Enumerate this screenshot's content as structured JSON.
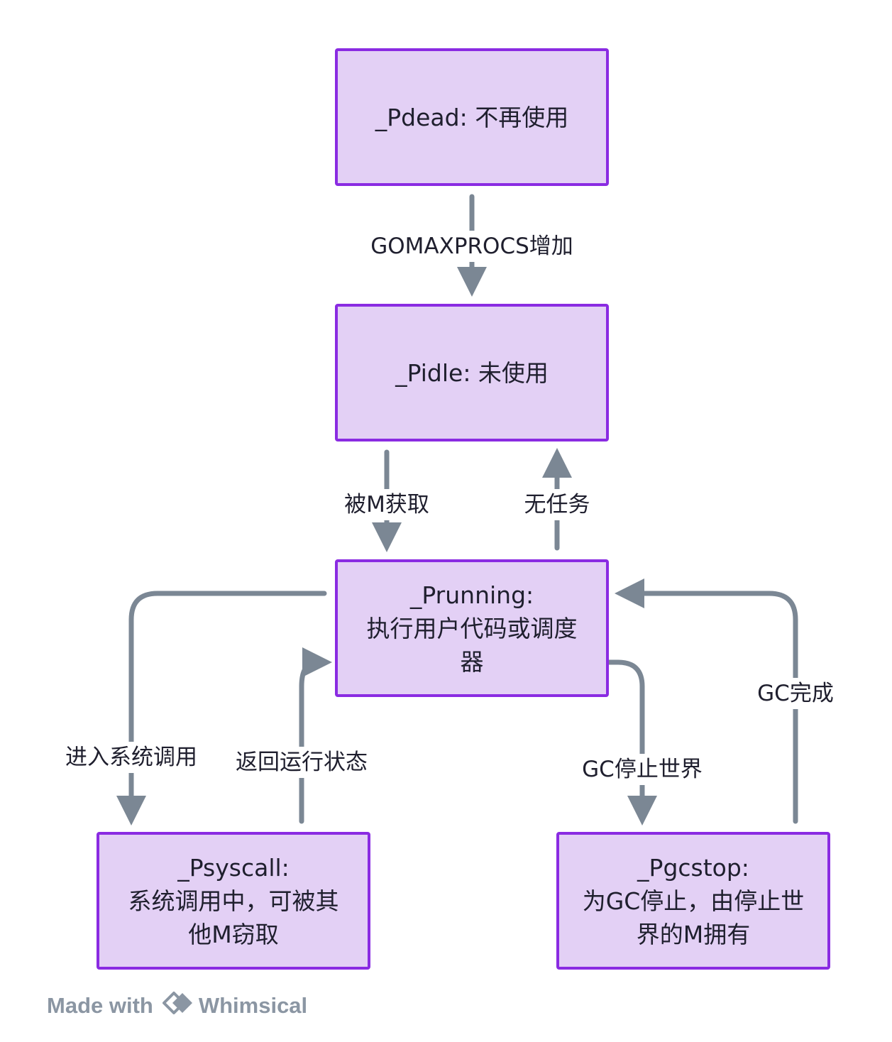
{
  "nodes": {
    "pdead": {
      "lines": [
        "_Pdead: 不再使用"
      ]
    },
    "pidle": {
      "lines": [
        "_Pidle: 未使用"
      ]
    },
    "prunning": {
      "lines": [
        "_Prunning:",
        "执行用户代码或调度",
        "器"
      ]
    },
    "psyscall": {
      "lines": [
        "_Psyscall:",
        "系统调用中，可被其",
        "他M窃取"
      ]
    },
    "pgcstop": {
      "lines": [
        "_Pgcstop:",
        "为GC停止，由停止世",
        "界的M拥有"
      ]
    }
  },
  "edges": {
    "gomaxprocs": "GOMAXPROCS增加",
    "acquired_by_m": "被M获取",
    "no_task": "无任务",
    "enter_syscall": "进入系统调用",
    "return_running": "返回运行状态",
    "gc_stw": "GC停止世界",
    "gc_done": "GC完成"
  },
  "colors": {
    "node_fill": "#e3d0f5",
    "node_border": "#8a2be2",
    "edge": "#7b8794",
    "text": "#1f1f2e"
  },
  "footer": {
    "made_with": "Made with",
    "brand": "Whimsical",
    "logo_icon": "whimsical-logo-icon"
  }
}
